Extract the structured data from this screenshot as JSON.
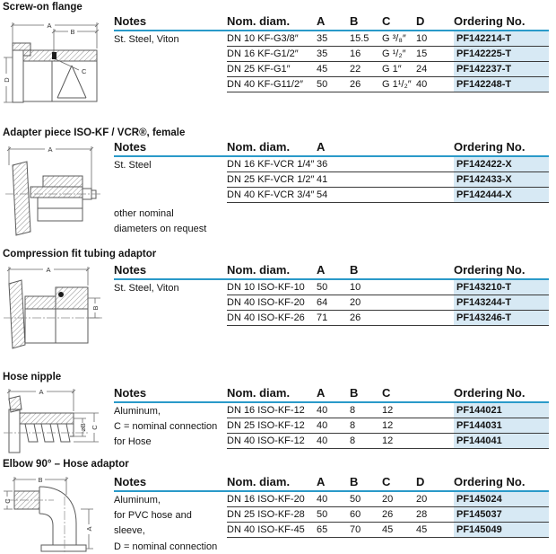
{
  "colors": {
    "accent": "#2a9ac9",
    "highlight": "#d7e9f4",
    "text": "#141414",
    "rule": "#3a3a3a"
  },
  "sections": [
    {
      "title": "Screw-on flange",
      "drawing_labels": [
        "A",
        "B",
        "C",
        "D"
      ],
      "columns": [
        {
          "key": "note",
          "label": "Notes"
        },
        {
          "key": "nom",
          "label": "Nom. diam."
        },
        {
          "key": "a",
          "label": "A"
        },
        {
          "key": "b",
          "label": "B"
        },
        {
          "key": "c",
          "label": "C"
        },
        {
          "key": "d",
          "label": "D"
        },
        {
          "key": "order",
          "label": "Ordering No."
        }
      ],
      "rows": [
        {
          "note": "St. Steel, Viton",
          "nom": "DN 10 KF-G3/8″",
          "a": "35",
          "b": "15.5",
          "c": "G ³/₈″",
          "d": "10",
          "order": "PF142214-T"
        },
        {
          "note": "",
          "nom": "DN 16 KF-G1/2″",
          "a": "35",
          "b": "16",
          "c": "G ¹/₂″",
          "d": "15",
          "order": "PF142225-T"
        },
        {
          "note": "",
          "nom": "DN 25 KF-G1″",
          "a": "45",
          "b": "22",
          "c": "G 1″",
          "d": "24",
          "order": "PF142237-T"
        },
        {
          "note": "",
          "nom": "DN 40 KF-G11/2″",
          "a": "50",
          "b": "26",
          "c": "G 1¹/₂″",
          "d": "40",
          "order": "PF142248-T"
        }
      ],
      "footnotes": []
    },
    {
      "title": "Adapter piece ISO-KF / VCR®, female",
      "drawing_labels": [
        "A"
      ],
      "columns": [
        {
          "key": "note",
          "label": "Notes"
        },
        {
          "key": "nom",
          "label": "Nom. diam."
        },
        {
          "key": "a",
          "label": "A"
        },
        {
          "key": "order",
          "label": "Ordering No."
        }
      ],
      "rows": [
        {
          "note": "St. Steel",
          "nom": "DN 16 KF-VCR 1/4″",
          "a": "36",
          "order": "PF142422-X"
        },
        {
          "note": "",
          "nom": "DN 25 KF-VCR 1/2″",
          "a": "41",
          "order": "PF142433-X"
        },
        {
          "note": "",
          "nom": "DN 40 KF-VCR 3/4″",
          "a": "54",
          "order": "PF142444-X"
        }
      ],
      "footnotes": [
        "other nominal",
        "diameters on request"
      ]
    },
    {
      "title": "Compression fit tubing adaptor",
      "drawing_labels": [
        "A",
        "B"
      ],
      "columns": [
        {
          "key": "note",
          "label": "Notes"
        },
        {
          "key": "nom",
          "label": "Nom. diam."
        },
        {
          "key": "a",
          "label": "A"
        },
        {
          "key": "b",
          "label": "B"
        },
        {
          "key": "order",
          "label": "Ordering No."
        }
      ],
      "rows": [
        {
          "note": "St. Steel, Viton",
          "nom": "DN 10 ISO-KF-10",
          "a": "50",
          "b": "10",
          "order": "PF143210-T"
        },
        {
          "note": "",
          "nom": "DN 40 ISO-KF-20",
          "a": "64",
          "b": "20",
          "order": "PF143244-T"
        },
        {
          "note": "",
          "nom": "DN 40 ISO-KF-26",
          "a": "71",
          "b": "26",
          "order": "PF143246-T"
        }
      ],
      "footnotes": []
    },
    {
      "title": "Hose nipple",
      "drawing_labels": [
        "A",
        "⌀B",
        "C"
      ],
      "columns": [
        {
          "key": "note",
          "label": "Notes"
        },
        {
          "key": "nom",
          "label": "Nom. diam."
        },
        {
          "key": "a",
          "label": "A"
        },
        {
          "key": "b",
          "label": "B"
        },
        {
          "key": "c",
          "label": "C"
        },
        {
          "key": "order",
          "label": "Ordering No."
        }
      ],
      "rows": [
        {
          "note": "Aluminum,",
          "nom": "DN 16 ISO-KF-12",
          "a": "40",
          "b": "8",
          "c": "12",
          "order": "PF144021"
        },
        {
          "note": "C = nominal connection",
          "nom": "DN 25 ISO-KF-12",
          "a": "40",
          "b": "8",
          "c": "12",
          "order": "PF144031"
        },
        {
          "note": "for Hose",
          "nom": "DN 40 ISO-KF-12",
          "a": "40",
          "b": "8",
          "c": "12",
          "order": "PF144041"
        }
      ],
      "footnotes": []
    },
    {
      "title": "Elbow 90° – Hose adaptor",
      "drawing_labels": [
        "B",
        "C",
        "A"
      ],
      "columns": [
        {
          "key": "note",
          "label": "Notes"
        },
        {
          "key": "nom",
          "label": "Nom. diam."
        },
        {
          "key": "a",
          "label": "A"
        },
        {
          "key": "b",
          "label": "B"
        },
        {
          "key": "c",
          "label": "C"
        },
        {
          "key": "d",
          "label": "D"
        },
        {
          "key": "order",
          "label": "Ordering No."
        }
      ],
      "rows": [
        {
          "note": "Aluminum,",
          "nom": "DN 16 ISO-KF-20",
          "a": "40",
          "b": "50",
          "c": "20",
          "d": "20",
          "order": "PF145024"
        },
        {
          "note": "for PVC hose and",
          "nom": "DN 25 ISO-KF-28",
          "a": "50",
          "b": "60",
          "c": "26",
          "d": "28",
          "order": "PF145037"
        },
        {
          "note": "sleeve,",
          "nom": "DN 40 ISO-KF-45",
          "a": "65",
          "b": "70",
          "c": "45",
          "d": "45",
          "order": "PF145049"
        }
      ],
      "footnotes": [
        "D = nominal connection"
      ]
    }
  ]
}
